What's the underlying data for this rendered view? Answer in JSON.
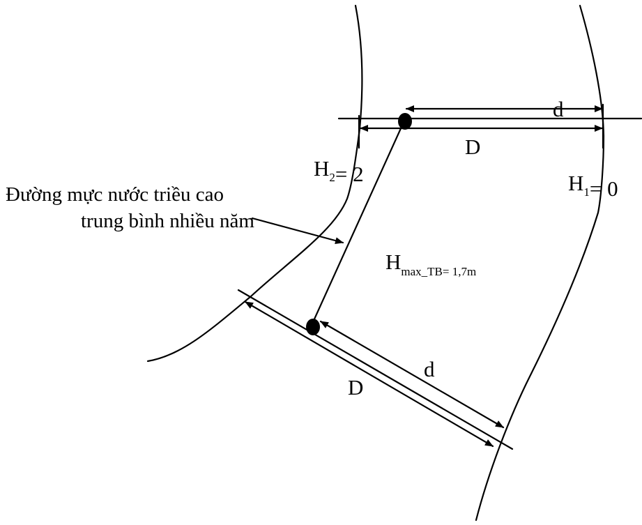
{
  "colors": {
    "ink": "#000000",
    "background": "#ffffff"
  },
  "labels": {
    "h1": {
      "base": "H",
      "sub": "1",
      "rest": "= 0"
    },
    "h2": {
      "base": "H",
      "sub": "2",
      "rest": "= 2"
    },
    "hmax": {
      "base": "H",
      "sub": "max_TB",
      "rest": "= 1,7m"
    },
    "top_d": "d",
    "top_D": "D",
    "bottom_d": "d",
    "bottom_D": "D",
    "note_line1": "Đường mực nước triều cao",
    "note_line2": "trung bình nhiều năm"
  }
}
